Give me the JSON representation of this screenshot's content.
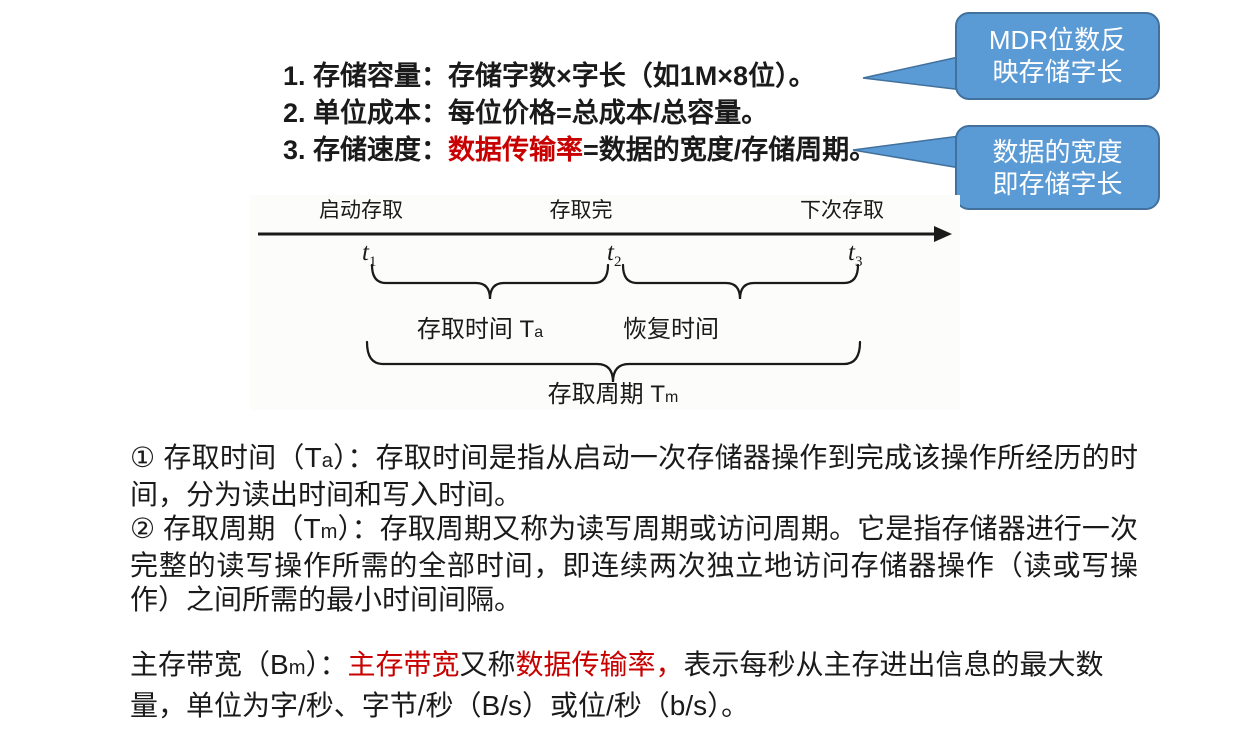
{
  "slide": {
    "top_list": {
      "item1": "1. 存储容量：存储字数×字长（如1M×8位）。",
      "item2": "2. 单位成本：每位价格=总成本/总容量。",
      "item3": {
        "prefix": "3. 存储速度：",
        "red": "数据传输率",
        "suffix": "=数据的宽度/存储周期。"
      }
    },
    "callouts": {
      "mdr": {
        "line1": "MDR位数反",
        "line2": "映存储字长"
      },
      "width": {
        "line1": "数据的宽度",
        "line2": "即存储字长"
      }
    },
    "diagram": {
      "label_start": "启动存取",
      "label_complete": "存取完",
      "label_next": "下次存取",
      "t1_base": "t",
      "t1_sub": "1",
      "t2_base": "t",
      "t2_sub": "2",
      "t3_base": "t",
      "t3_sub": "3",
      "access_time_label": "存取时间 T",
      "access_time_sub": "a",
      "recovery_label": "恢复时间",
      "cycle_label": "存取周期 T",
      "cycle_sub": "m"
    },
    "paragraphs": {
      "p1": {
        "pre": "① 存取时间（T",
        "sub": "a",
        "post": "）：存取时间是指从启动一次存储器操作到完成该操作所经历的时间，分为读出时间和写入时间。"
      },
      "p2": {
        "pre": "② 存取周期（T",
        "sub": "m",
        "post": "）：存取周期又称为读写周期或访问周期。它是指存储器进行一次完整的读写操作所需的全部时间，即连续两次独立地访问存储器操作（读或写操作）之间所需的最小时间间隔。"
      },
      "bm": {
        "pre": "主存带宽（B",
        "sub": "m",
        "colon": "）：",
        "red1": "主存带宽",
        "mid": "又称",
        "red2": "数据传输率，",
        "post": "表示每秒从主存进出信息的最大数量，单位为字/秒、字节/秒（B/s）或位/秒（b/s）。"
      }
    },
    "colors": {
      "callout_fill": "#5B9BD5",
      "callout_border": "#41719C",
      "highlight_red": "#C80000",
      "text_black": "#1A1A1A"
    }
  }
}
